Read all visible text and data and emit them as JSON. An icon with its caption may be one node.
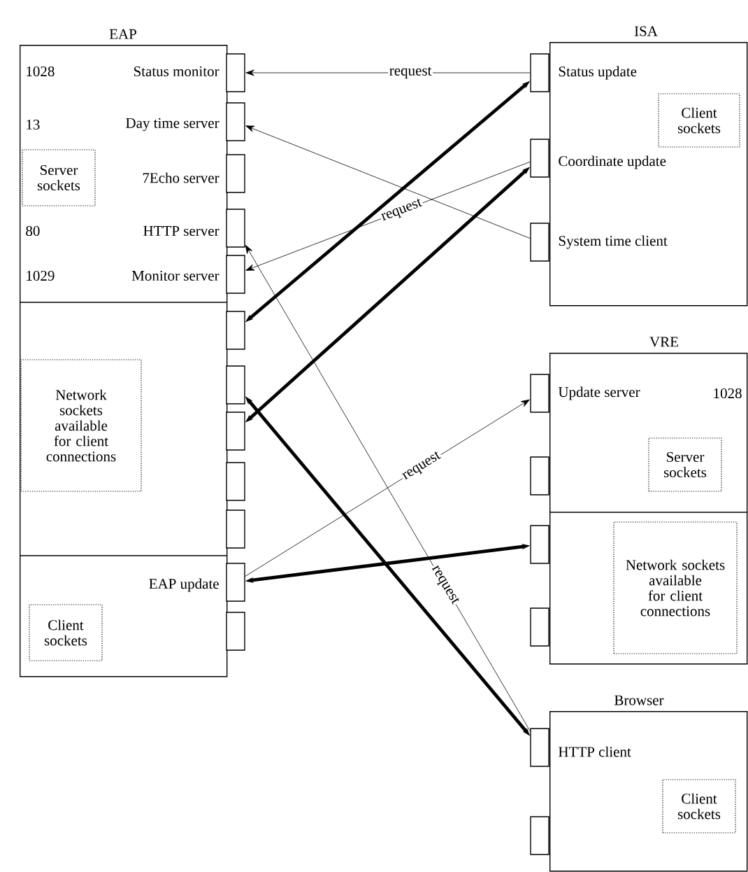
{
  "diagram": {
    "nodes": [
      {
        "text": [
          "EAP",
          "1028",
          "Status monitor",
          "13",
          "Day time server",
          "7Echo server",
          "80",
          "HTTP server",
          "1029",
          "Monitor server",
          "EAP update"
        ]
      },
      {
        "text": [
          "Server sockets"
        ],
        "in": 0
      },
      {
        "text": [
          "Network sockets available for client connections"
        ],
        "in": 0
      },
      {
        "text": [
          "Client sockets"
        ],
        "in": 0
      },
      {
        "text": [],
        "shape": "box"
      },
      {
        "text": [],
        "shape": "box"
      },
      {
        "text": [],
        "shape": "box"
      },
      {
        "text": [],
        "shape": "box"
      },
      {
        "text": [],
        "shape": "box"
      },
      {
        "text": [],
        "shape": "box"
      },
      {
        "text": [],
        "shape": "box"
      },
      {
        "text": [],
        "shape": "box"
      },
      {
        "text": [],
        "shape": "box"
      },
      {
        "text": [],
        "shape": "box"
      },
      {
        "text": [],
        "shape": "box"
      },
      {
        "text": [],
        "shape": "box"
      },
      {
        "text": [
          "ISA",
          "Status update",
          "Coordinate update",
          "System time client"
        ]
      },
      {
        "text": [
          "Client sockets"
        ],
        "in": 16
      },
      {
        "text": [],
        "shape": "box"
      },
      {
        "text": [],
        "shape": "box"
      },
      {
        "text": [],
        "shape": "box"
      },
      {
        "text": [
          "VRE",
          "Update server",
          "1028"
        ]
      },
      {
        "text": [
          "Server sockets"
        ],
        "in": 21
      },
      {
        "text": [
          "Network sockets available for client connections"
        ],
        "in": 21
      },
      {
        "text": [],
        "shape": "box"
      },
      {
        "text": [],
        "shape": "box"
      },
      {
        "text": [],
        "shape": "box"
      },
      {
        "text": [],
        "shape": "box"
      },
      {
        "text": [
          "Browser",
          "HTTP client"
        ]
      },
      {
        "text": [
          "Client sockets"
        ],
        "in": 28
      },
      {
        "text": [],
        "shape": "box"
      },
      {
        "text": [],
        "shape": "box"
      }
    ],
    "edges": [
      {
        "from": 18,
        "to": 4,
        "arrow": "to",
        "label": "request"
      },
      {
        "from": 20,
        "to": 5,
        "arrow": "to"
      },
      {
        "from": 19,
        "to": 8,
        "arrow": "to",
        "label": "request"
      },
      {
        "from": 9,
        "to": 18,
        "arrow": "both",
        "style": "thick"
      },
      {
        "from": 11,
        "to": 19,
        "arrow": "both",
        "style": "thick"
      },
      {
        "from": 30,
        "to": 7,
        "arrow": "to",
        "label": "request"
      },
      {
        "from": 10,
        "to": 30,
        "arrow": "both",
        "style": "thick"
      },
      {
        "from": 14,
        "to": 24,
        "arrow": "to",
        "label": "request"
      },
      {
        "from": 14,
        "to": 26,
        "arrow": "both",
        "style": "thick"
      }
    ]
  }
}
